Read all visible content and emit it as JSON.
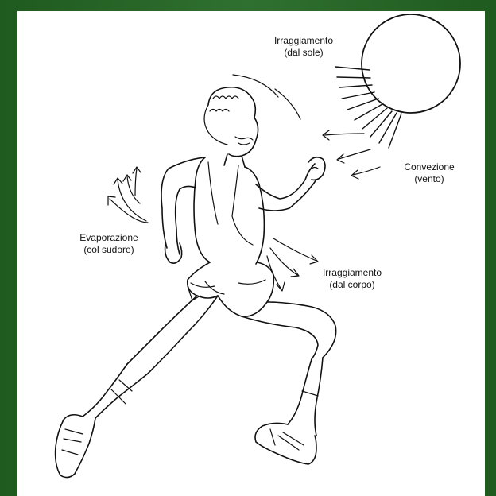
{
  "colors": {
    "background": "#2c6b2c",
    "panel": "#ffffff",
    "ink": "#111111"
  },
  "labels": {
    "sun_radiation": {
      "line1": "Irraggiamento",
      "line2": "(dal sole)"
    },
    "convection": {
      "line1": "Convezione",
      "line2": "(vento)"
    },
    "evaporation": {
      "line1": "Evaporazione",
      "line2": "(col sudore)"
    },
    "body_radiation": {
      "line1": "Irraggiamento",
      "line2": "(dal corpo)"
    }
  }
}
